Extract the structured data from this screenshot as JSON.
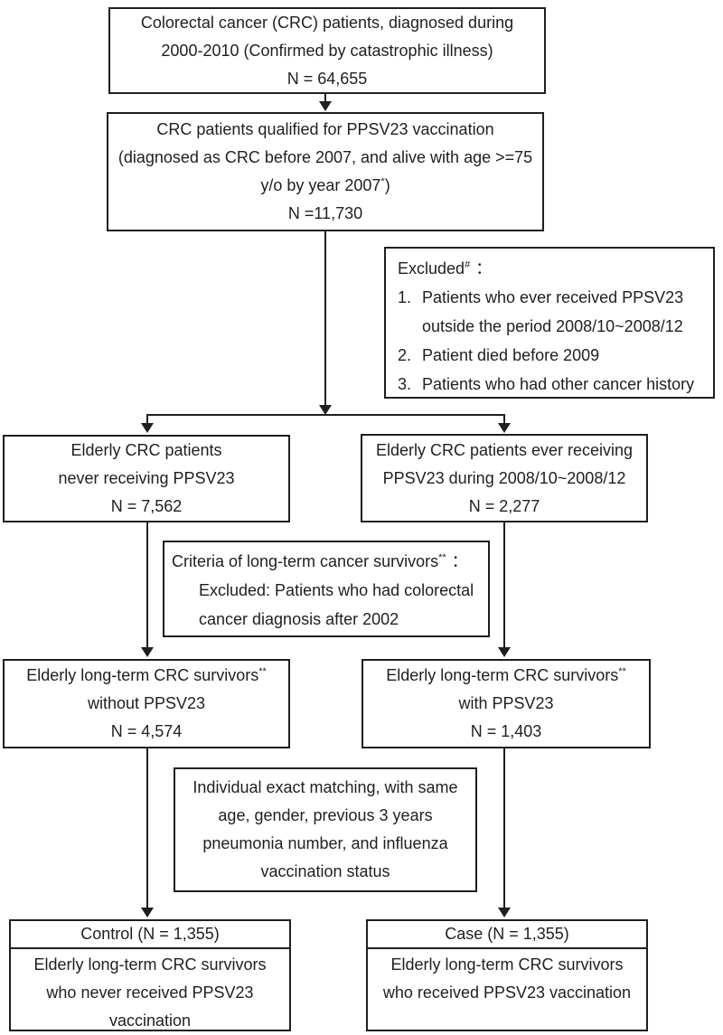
{
  "flow": {
    "top": {
      "lines": [
        "Colorectal cancer (CRC) patients, diagnosed during",
        "2000-2010 (Confirmed by catastrophic illness)",
        "N = 64,655"
      ]
    },
    "qualified": {
      "line1": "CRC patients qualified for PPSV23 vaccination",
      "line2": "(diagnosed as CRC before 2007, and alive with age >=75",
      "line3_text": "y/o by year 2007",
      "line3_sup": "*",
      "line3_close": ")",
      "line4": "N =11,730"
    },
    "excluded": {
      "title": "Excluded",
      "title_sup": "#",
      "colon": "：",
      "items": [
        {
          "num": "1.",
          "lines": [
            "Patients who ever received PPSV23",
            "outside the period 2008/10~2008/12"
          ]
        },
        {
          "num": "2.",
          "lines": [
            "Patient died before 2009"
          ]
        },
        {
          "num": "3.",
          "lines": [
            "Patients who had other cancer history"
          ]
        }
      ]
    },
    "never": {
      "lines": [
        "Elderly CRC patients",
        "never receiving PPSV23",
        "N = 7,562"
      ]
    },
    "ever": {
      "lines": [
        "Elderly CRC patients ever receiving",
        "PPSV23 during 2008/10~2008/12",
        "N = 2,277"
      ]
    },
    "criteria": {
      "title": "Criteria of long-term cancer survivors",
      "title_sup": "**",
      "colon": "：",
      "lines": [
        "Excluded: Patients who had colorectal",
        "cancer diagnosis after 2002"
      ]
    },
    "without": {
      "line1_text": "Elderly long-term CRC survivors",
      "line1_sup": "**",
      "lines": [
        "without PPSV23",
        "N = 4,574"
      ]
    },
    "withv": {
      "line1_text": "Elderly long-term CRC survivors",
      "line1_sup": "**",
      "lines": [
        "with PPSV23",
        "N = 1,403"
      ]
    },
    "matching": {
      "lines": [
        "Individual exact matching, with same",
        "age, gender, previous 3 years",
        "pneumonia number, and influenza",
        "vaccination status"
      ]
    },
    "control": {
      "header": "Control (N = 1,355)",
      "lines": [
        "Elderly long-term CRC survivors",
        "who never received PPSV23",
        "vaccination"
      ]
    },
    "case": {
      "header": "Case (N = 1,355)",
      "lines": [
        "Elderly long-term CRC survivors",
        "who received PPSV23 vaccination"
      ]
    }
  },
  "colors": {
    "line": "#1f1f1f",
    "background": "#ffffff"
  }
}
